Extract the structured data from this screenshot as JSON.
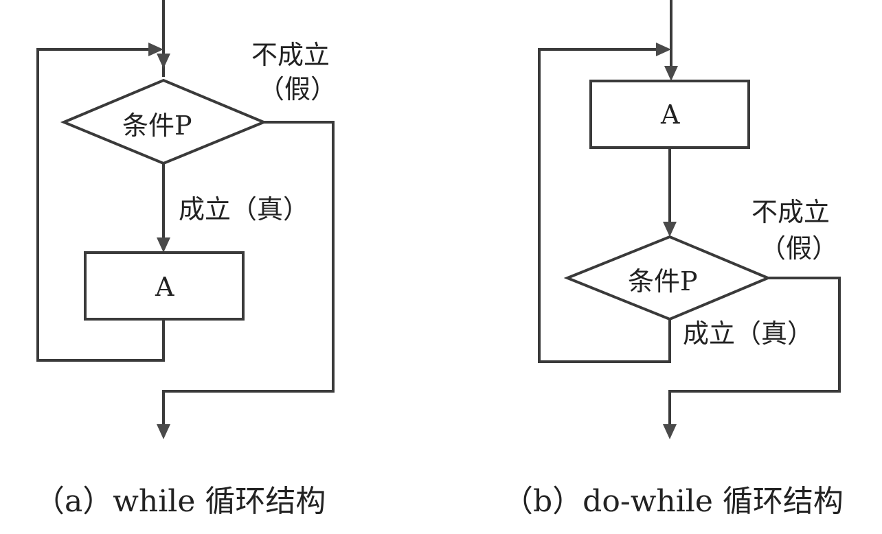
{
  "diagrams": [
    {
      "id": "while",
      "caption": "（a）while 循环结构",
      "condition_label": "条件P",
      "process_label": "A",
      "true_label": "成立（真）",
      "false_label_line1": "不成立",
      "false_label_line2": "（假）"
    },
    {
      "id": "do-while",
      "caption": "（b）do-while 循环结构",
      "condition_label": "条件P",
      "process_label": "A",
      "true_label": "成立（真）",
      "false_label_line1": "不成立",
      "false_label_line2": "（假）"
    }
  ],
  "colors": {
    "line": "#3a3a3a",
    "text": "#222222",
    "background": "#ffffff"
  }
}
